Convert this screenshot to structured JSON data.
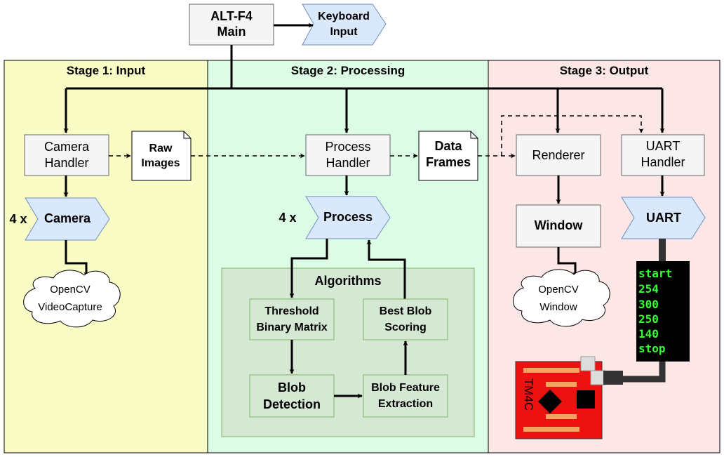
{
  "colors": {
    "stage1": "#f9fcc4",
    "stage2": "#dcfce6",
    "stage3": "#fde6e6",
    "box_fill": "#f5f5f5",
    "box_stroke": "#666666",
    "arrow_fill": "#dae8fc",
    "arrow_stroke": "#6c8ebf",
    "algo_fill": "#d5e8d4",
    "algo_stroke": "#82b366",
    "board_red": "#ee1111",
    "board_pad": "#f4a460",
    "terminal_bg": "#000000",
    "terminal_text": "#33ff33"
  },
  "header": {
    "main_line1": "ALT-F4",
    "main_line2": "Main",
    "keyboard_line1": "Keyboard",
    "keyboard_line2": "Input"
  },
  "stages": {
    "s1_title": "Stage 1: Input",
    "s2_title": "Stage 2: Processing",
    "s3_title": "Stage 3: Output"
  },
  "stage1": {
    "camera_handler_line1": "Camera",
    "camera_handler_line2": "Handler",
    "raw_images_line1": "Raw",
    "raw_images_line2": "Images",
    "multiplier": "4 x",
    "camera": "Camera",
    "cloud_line1": "OpenCV",
    "cloud_line2": "VideoCapture"
  },
  "stage2": {
    "process_handler_line1": "Process",
    "process_handler_line2": "Handler",
    "data_frames_line1": "Data",
    "data_frames_line2": "Frames",
    "multiplier": "4 x",
    "process": "Process",
    "algorithms_title": "Algorithms",
    "threshold_line1": "Threshold",
    "threshold_line2": "Binary Matrix",
    "blob_detection_line1": "Blob",
    "blob_detection_line2": "Detection",
    "feature_line1": "Blob Feature",
    "feature_line2": "Extraction",
    "scoring_line1": "Best Blob",
    "scoring_line2": "Scoring"
  },
  "stage3": {
    "renderer": "Renderer",
    "uart_handler_line1": "UART",
    "uart_handler_line2": "Handler",
    "window": "Window",
    "uart": "UART",
    "cloud_line1": "OpenCV",
    "cloud_line2": "Window",
    "terminal_lines": [
      "start",
      "254",
      "300",
      "250",
      "140",
      "stop"
    ],
    "board_label": "TM4C"
  }
}
